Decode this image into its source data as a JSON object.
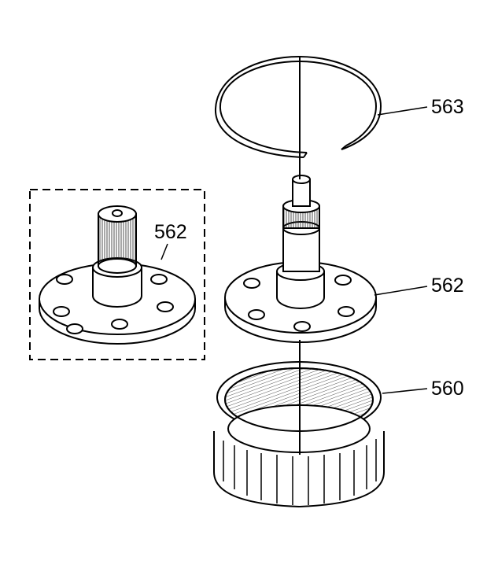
{
  "callouts": {
    "snap_ring": "563",
    "sun_gear_shaft": "562",
    "sun_gear_shaft_alt": "562",
    "ring_gear": "560"
  },
  "colors": {
    "line": "#000000",
    "background": "#ffffff",
    "hatch": "#555555"
  }
}
